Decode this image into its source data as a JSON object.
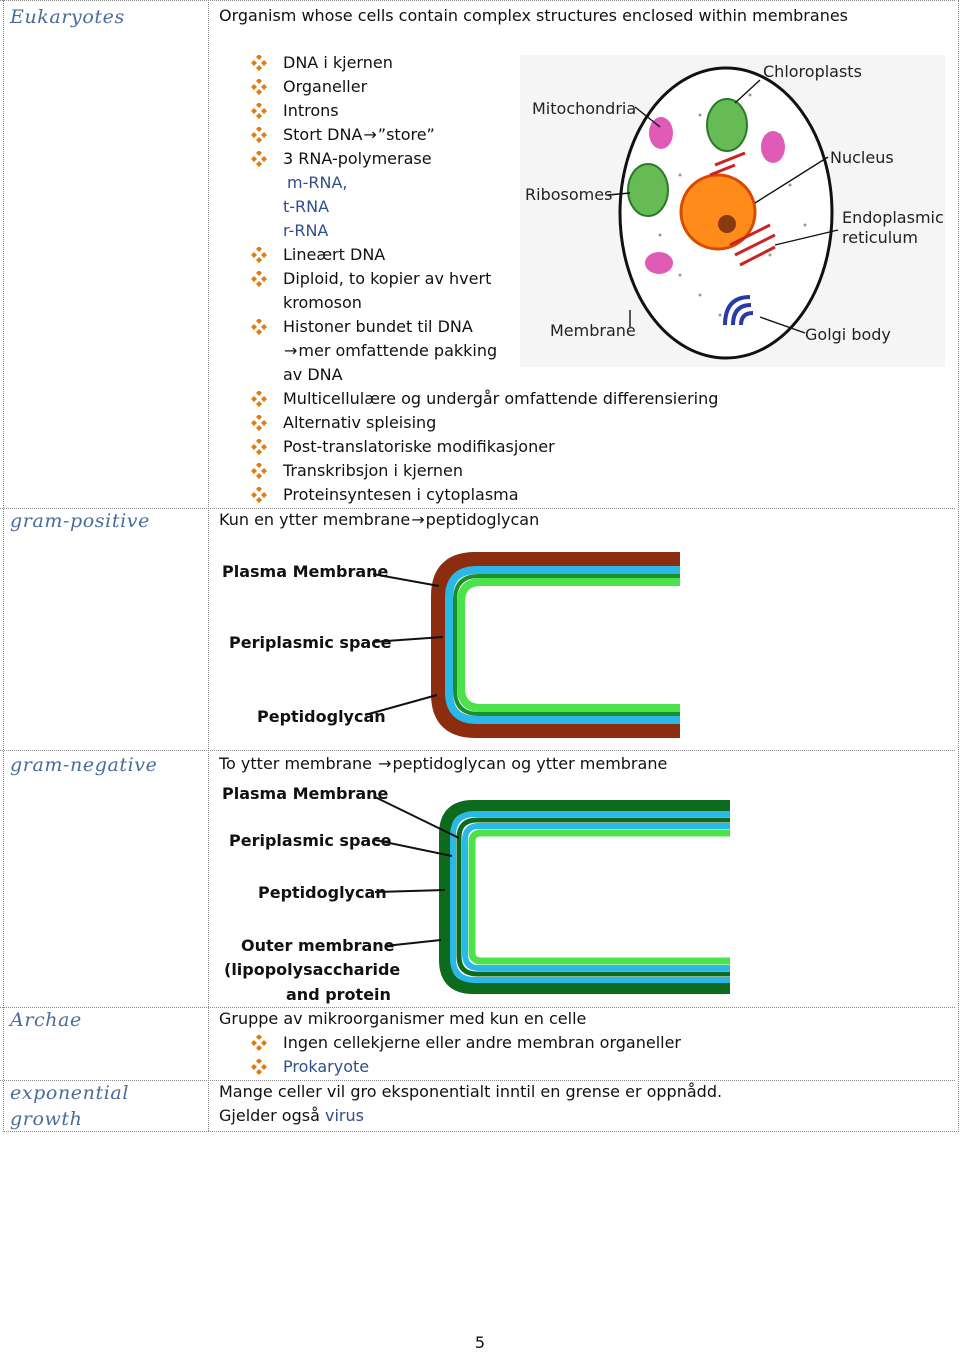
{
  "rows": {
    "eukaryotes": {
      "term": "Eukaryotes",
      "definition": "Organism whose cells contain complex structures enclosed within membranes",
      "bullets": [
        "DNA i kjernen",
        "Organeller",
        "Introns",
        "Stort DNA",
        "3 RNA-polymerase",
        "Lineært DNA",
        "Diploid, to kopier av hvert",
        "Histoner bundet til DNA",
        "Multicellulære og undergår omfattende differensiering",
        "Alternativ spleising",
        "Post-translatoriske modifikasjoner",
        "Transkribsjon i kjernen",
        "Proteinsyntesen i cytoplasma"
      ],
      "stort_dna_suffix": "”store”",
      "rna_types": [
        "m-RNA,",
        "t-RNA",
        "r-RNA"
      ],
      "diploid_cont": "kromoson",
      "histoner_cont1": "mer omfattende pakking",
      "histoner_cont2": "av DNA",
      "cell_labels": {
        "chloroplasts": "Chloroplasts",
        "mitochondria": "Mitochondria",
        "nucleus": "Nucleus",
        "ribosomes": "Ribosomes",
        "er1": "Endoplasmic",
        "er2": "reticulum",
        "membrane": "Membrane",
        "golgi": "Golgi body"
      }
    },
    "gram_positive": {
      "term": "gram-positive",
      "definition_a": "Kun en ytter membrane",
      "definition_b": "peptidoglycan",
      "labels": [
        "Plasma Membrane",
        "Periplasmic space",
        "Peptidoglycan"
      ]
    },
    "gram_negative": {
      "term": "gram-negative",
      "definition_a": "To ytter membrane ",
      "definition_b": "peptidoglycan og ytter membrane",
      "labels": [
        "Plasma Membrane",
        "Periplasmic space",
        "Peptidoglycan",
        "Outer membrane",
        "(lipopolysaccharide",
        "and protein"
      ]
    },
    "archae": {
      "term": "Archae",
      "definition": "Gruppe av mikroorganismer med kun en celle",
      "bullets": [
        "Ingen cellekjerne eller andre membran organeller",
        "Prokaryote"
      ]
    },
    "exponential": {
      "term_line1": "exponential",
      "term_line2": "growth",
      "line1": "Mange celler vil gro eksponentialt inntil en grense er oppnådd.",
      "line2_a": "Gjelder også ",
      "line2_b": "virus"
    }
  },
  "page_number": "5",
  "colors": {
    "term": "#4a6c9a",
    "link": "#2f4f8a",
    "bullet": "#e07a10"
  }
}
